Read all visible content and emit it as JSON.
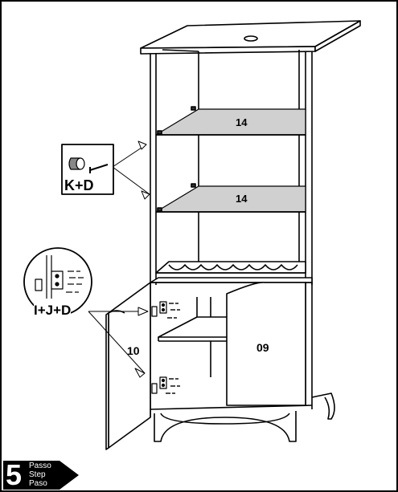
{
  "step": {
    "number": "5",
    "words": [
      "Passo",
      "Step",
      "Paso"
    ]
  },
  "callouts": {
    "shelf_support": {
      "label": "K+D",
      "icon": "shelf-support-screw-icon"
    },
    "hinge": {
      "label": "I+J+D",
      "icon": "hinge-screws-icon"
    }
  },
  "parts": {
    "upper_shelf": "14",
    "lower_shelf": "14",
    "left_door": "10",
    "right_door": "09"
  },
  "colors": {
    "line": "#000000",
    "glass": "#d0d0d0",
    "badge": "#000000"
  }
}
